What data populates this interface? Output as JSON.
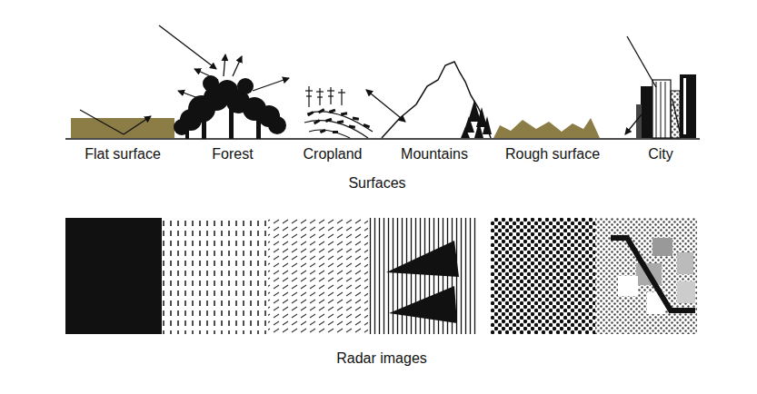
{
  "diagram": {
    "labels": [
      "Flat surface",
      "Forest",
      "Cropland",
      "Mountains",
      "Rough surface",
      "City",
      "Surfaces",
      "Radar images"
    ]
  }
}
